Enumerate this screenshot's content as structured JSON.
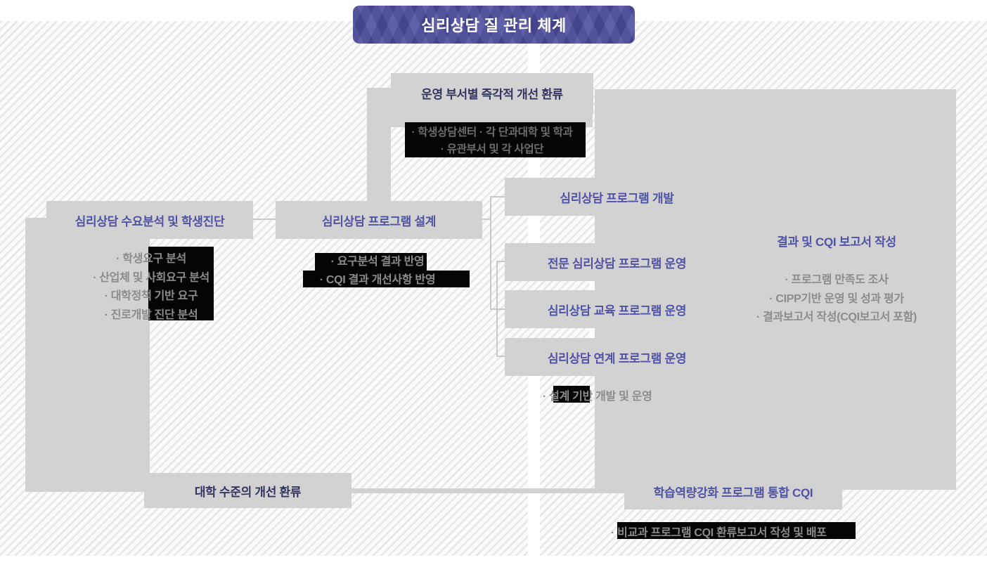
{
  "banner": {
    "title": "심리상담 질 관리 체계"
  },
  "nodes": {
    "dept_feedback": {
      "title": "운영 부서별 즉각적 개선 환류",
      "line1": "· 학생상담센터 · 각 단과대학 및 학과",
      "line2": "· 유관부서 및 각 사업단"
    },
    "demand": {
      "title": "심리상담 수요분석 및 학생진단",
      "items": [
        "· 학생요구 분석",
        "· 산업체 및 사회요구 분석",
        "· 대학정책 기반 요구",
        "· 진로개발 진단 분석"
      ]
    },
    "design": {
      "title": "심리상담 프로그램 설계",
      "items": [
        "· 요구분석 결과 반영",
        "· CQI 결과 개선사항 반영"
      ]
    },
    "develop": {
      "title": "심리상담 프로그램 개발"
    },
    "operate_pro": {
      "title": "전문 심리상담 프로그램 운영"
    },
    "operate_edu": {
      "title": "심리상담 교육 프로그램 운영"
    },
    "operate_link": {
      "title": "심리상담 연계 프로그램 운영"
    },
    "operate_note": "· 설계 기반 개발 및 운영",
    "report": {
      "title": "결과 및 CQI 보고서 작성",
      "items": [
        "· 프로그램 만족도 조사",
        "· CIPP기반 운영 및 성과 평가",
        "· 결과보고서 작성(CQI보고서 포함)"
      ]
    },
    "univ_feedback": {
      "title": "대학 수준의 개선 환류"
    },
    "integrated_cqi": {
      "title": "학습역량강화 프로그램 통합 CQI",
      "note": "· 비교과 프로그램 CQI 환류보고서 작성 및 배포"
    }
  },
  "colors": {
    "banner_bg": "#4c4c9e",
    "box_gray": "#d2d2d2",
    "navy_title": "#32355f",
    "blue_title": "#5053a5",
    "bullet_gray": "#8c8c8c",
    "highlight_black": "#050505",
    "connector_gray": "#c9c9c9"
  }
}
